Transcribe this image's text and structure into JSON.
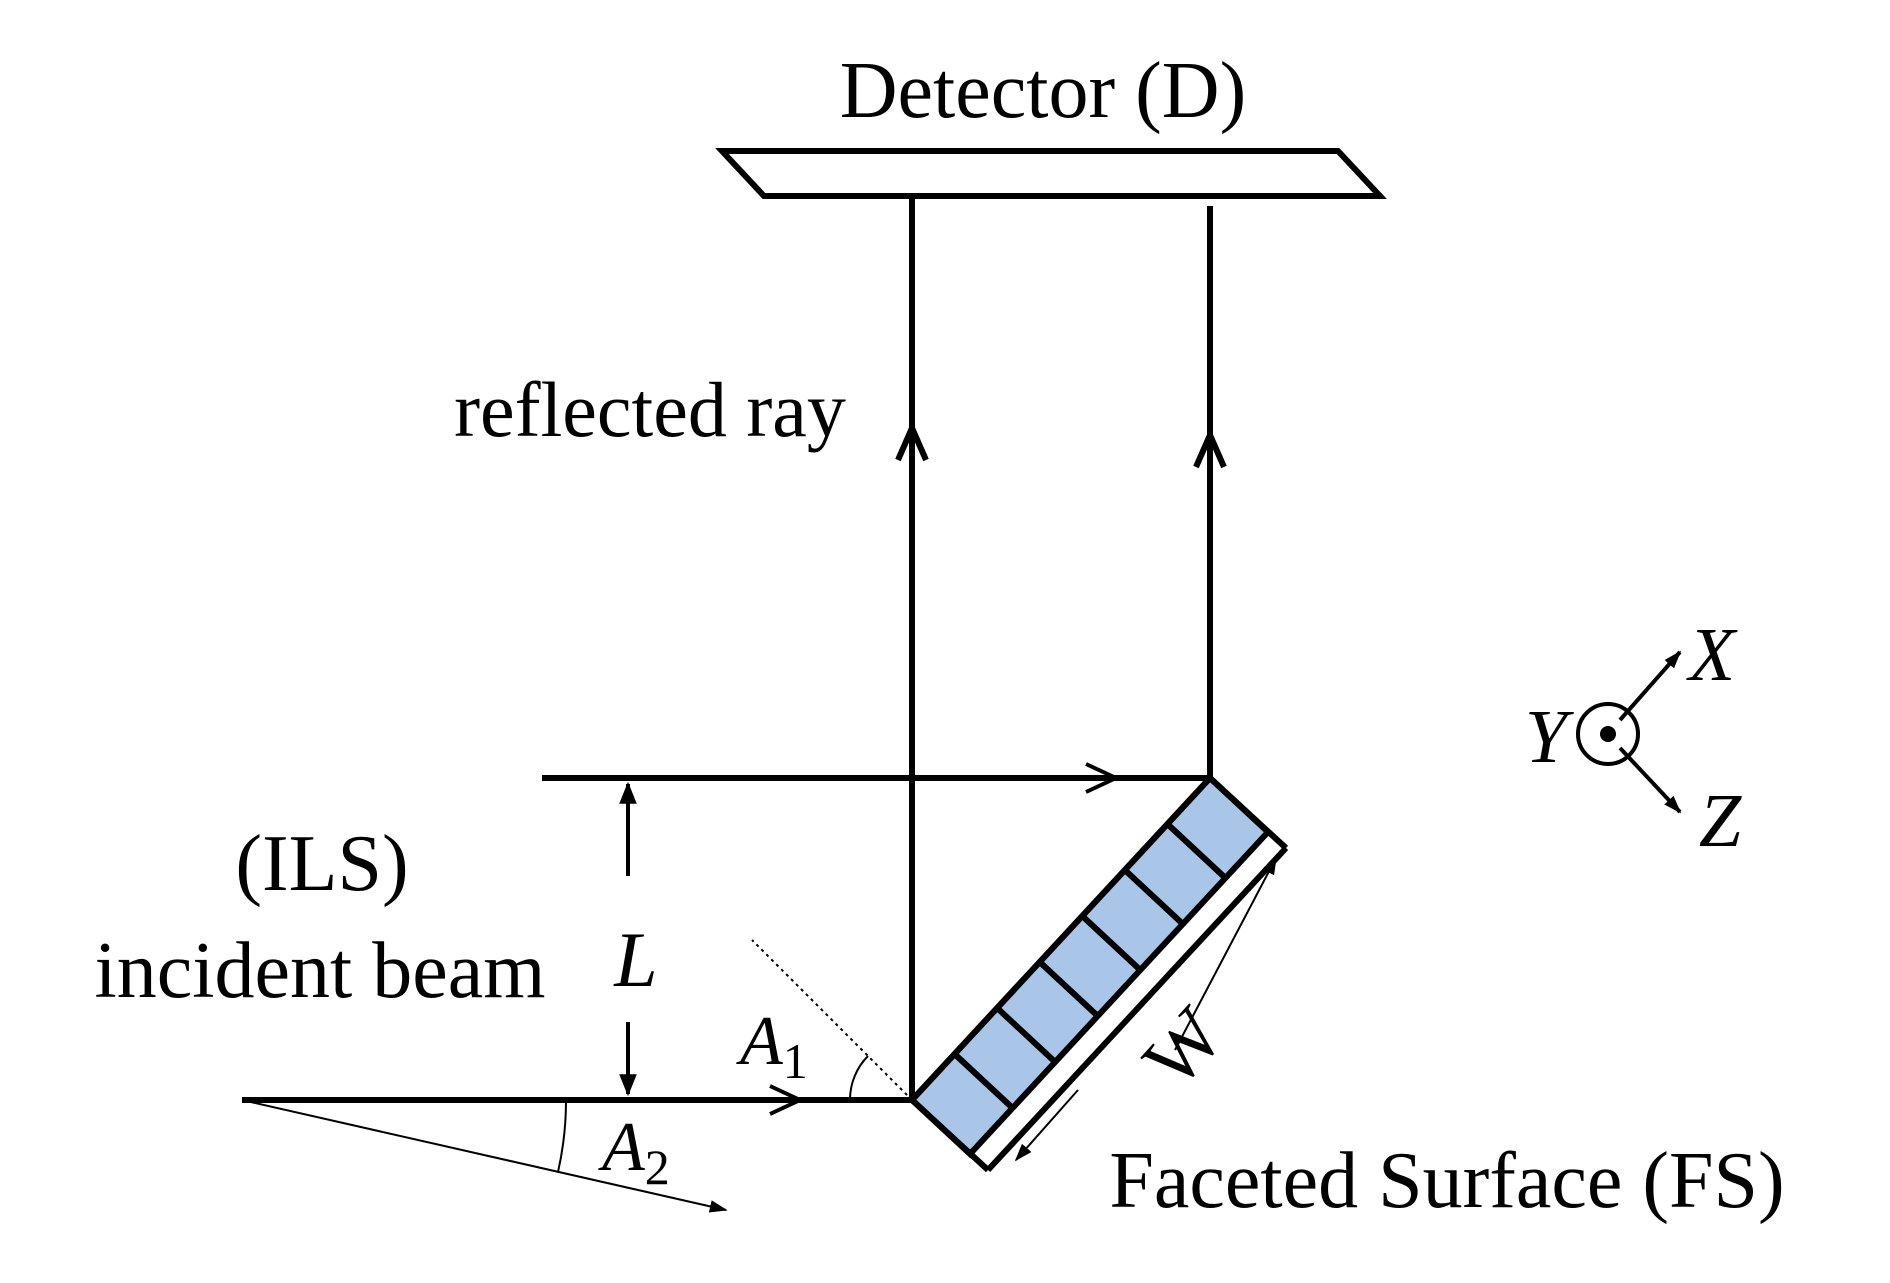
{
  "labels": {
    "detector": "Detector (D)",
    "reflected_ray": "reflected ray",
    "ils": "(ILS)",
    "incident_beam": "incident beam",
    "faceted_surface": "Faceted Surface (FS)",
    "L": "L",
    "W": "W",
    "A1": "A",
    "A1_sub": "1",
    "A2": "A",
    "A2_sub": "2",
    "axis_x": "X",
    "axis_y": "Y",
    "axis_z": "Z"
  },
  "colors": {
    "facet_fill": "#a9c6e8",
    "stroke": "#000000"
  },
  "facet_count": 7
}
